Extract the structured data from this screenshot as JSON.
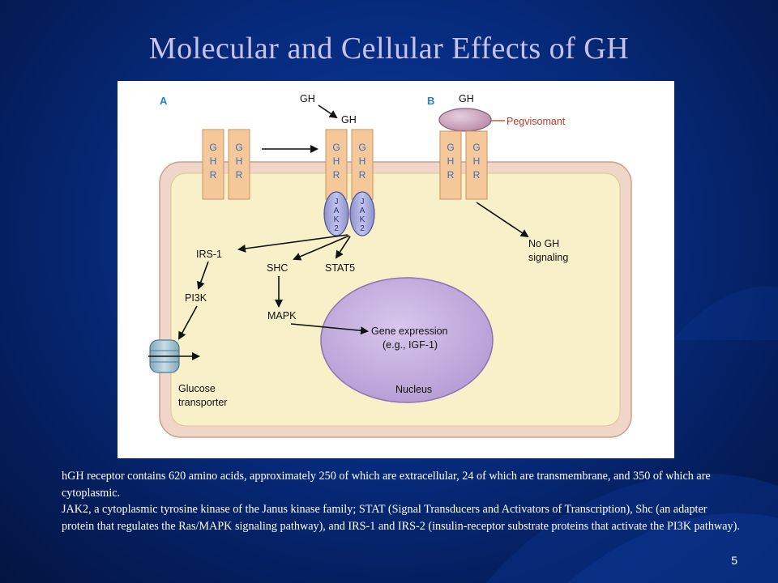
{
  "slide": {
    "title": "Molecular and Cellular Effects of GH",
    "page_number": "5"
  },
  "diagram": {
    "panel_a": {
      "label": "A",
      "gh_top": "GH",
      "gh_bound": "GH",
      "receptor_letters": [
        "G",
        "H",
        "R"
      ],
      "jak_letters": [
        "J",
        "A",
        "K",
        "2"
      ],
      "irs1": "IRS-1",
      "shc": "SHC",
      "stat5": "STAT5",
      "pi3k": "PI3K",
      "mapk": "MAPK",
      "gene_expression": "Gene expression",
      "gene_example": "(e.g., IGF-1)",
      "nucleus": "Nucleus",
      "glucose_line1": "Glucose",
      "glucose_line2": "transporter"
    },
    "panel_b": {
      "label": "B",
      "gh": "GH",
      "pegvisomant": "Pegvisomant",
      "no_signal_line1": "No GH",
      "no_signal_line2": "signaling"
    }
  },
  "caption": {
    "paragraph1": "hGH receptor contains 620 amino acids, approximately 250 of which are extracellular, 24 of which are transmembrane, and 350 of which are cytoplasmic.",
    "paragraph2": "JAK2, a cytoplasmic tyrosine kinase of the Janus kinase family; STAT (Signal Transducers and Activators of Transcription), Shc (an adapter protein that regulates the Ras/MAPK signaling pathway), and IRS-1 and IRS-2 (insulin-receptor substrate proteins that activate the PI3K pathway)."
  }
}
